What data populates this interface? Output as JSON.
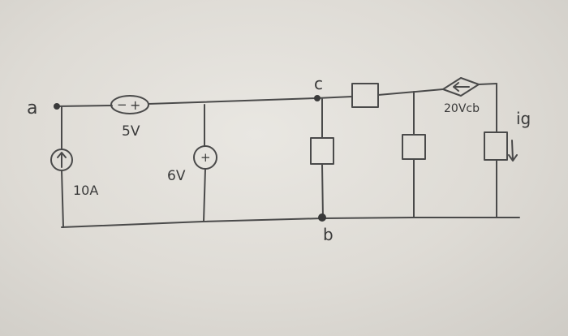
{
  "circuit": {
    "nodes": {
      "a": "a",
      "b": "b",
      "c": "c"
    },
    "sources": {
      "voltage_series": "5V",
      "current_left": "10A",
      "voltage_shunt": "6V",
      "dependent_source": "20Vcb"
    },
    "current_label": "ig",
    "polarity": {
      "plus": "+",
      "minus": "−"
    }
  }
}
